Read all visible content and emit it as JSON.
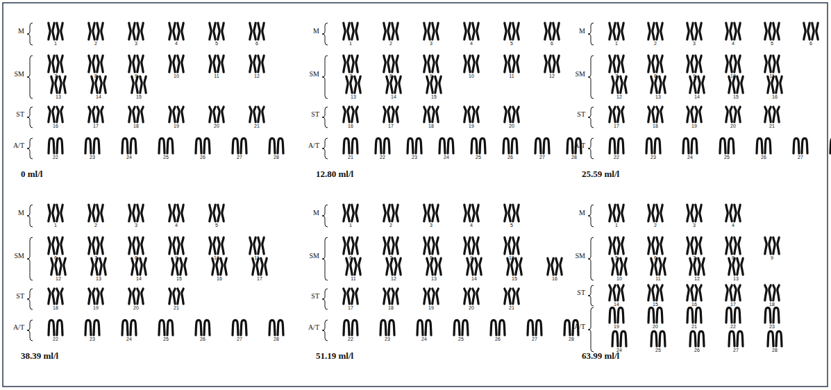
{
  "diagram": {
    "labels": [
      "M",
      "1",
      "2",
      "3",
      "4",
      "5",
      "6",
      "SM",
      "7",
      "8",
      "9",
      "10",
      "11",
      "12",
      "13",
      "14",
      "15",
      "ST",
      "16",
      "17",
      "18",
      "19",
      "20",
      "21",
      "A/T",
      "22",
      "23",
      "24",
      "25",
      "26",
      "27",
      "28",
      "0 ml/l",
      "M",
      "1",
      "2",
      "3",
      "4",
      "5",
      "6",
      "SM",
      "7",
      "8",
      "9",
      "10",
      "11",
      "12",
      "13",
      "14",
      "15",
      "ST",
      "16",
      "17",
      "18",
      "19",
      "20",
      "A/T",
      "21",
      "22",
      "23",
      "24",
      "25",
      "26",
      "27",
      "28",
      "12.80 ml/l",
      "M",
      "1",
      "2",
      "3",
      "4",
      "5",
      "6",
      "SM",
      "7",
      "8",
      "9",
      "10",
      "11",
      "12",
      "13",
      "14",
      "15",
      "16",
      "ST",
      "17",
      "18",
      "19",
      "20",
      "21",
      "A/T",
      "22",
      "23",
      "24",
      "25",
      "26",
      "27",
      "28",
      "25.59 ml/l",
      "M",
      "1",
      "2",
      "3",
      "4",
      "5",
      "SM",
      "6",
      "7",
      "8",
      "9",
      "10",
      "11",
      "12",
      "13",
      "14",
      "15",
      "16",
      "17",
      "ST",
      "18",
      "19",
      "20",
      "21",
      "A/T",
      "22",
      "23",
      "24",
      "25",
      "26",
      "27",
      "28",
      "38.39 ml/l",
      "M",
      "1",
      "2",
      "3",
      "4",
      "5",
      "SM",
      "6",
      "7",
      "8",
      "9",
      "10",
      "11",
      "12",
      "13",
      "14",
      "15",
      "16",
      "ST",
      "17",
      "18",
      "19",
      "20",
      "21",
      "A/T",
      "22",
      "23",
      "24",
      "25",
      "26",
      "27",
      "28",
      "51.19 ml/l",
      "M",
      "1",
      "2",
      "3",
      "4",
      "SM",
      "5",
      "6",
      "7",
      "8",
      "9",
      "10",
      "11",
      "12",
      "13",
      "ST",
      "14",
      "15",
      "16",
      "17",
      "18",
      "A/T",
      "19",
      "20",
      "21",
      "22",
      "23",
      "24",
      "25",
      "26",
      "27",
      "28",
      "63.99 ml/l"
    ]
  }
}
